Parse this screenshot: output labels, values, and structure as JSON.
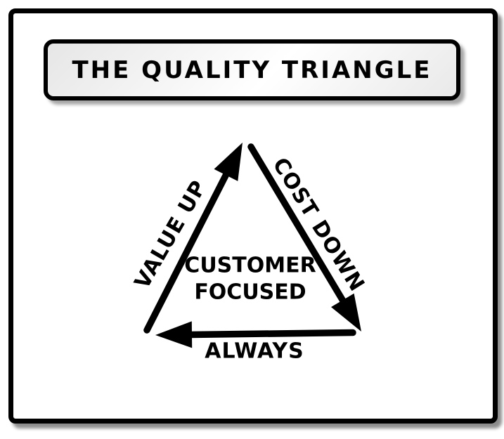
{
  "title": {
    "text": "THE QUALITY TRIANGLE"
  },
  "triangle": {
    "left_edge_label": "VALUE UP",
    "right_edge_label": "COST DOWN",
    "bottom_edge_label": "ALWAYS",
    "center_label": {
      "line1": "CUSTOMER",
      "line2": "FOCUSED"
    }
  },
  "colors": {
    "ink": "#000000",
    "canvas": "#ffffff",
    "title_box_fill": "#e9e9e9",
    "shadow": "rgba(0,0,0,0.45)"
  }
}
